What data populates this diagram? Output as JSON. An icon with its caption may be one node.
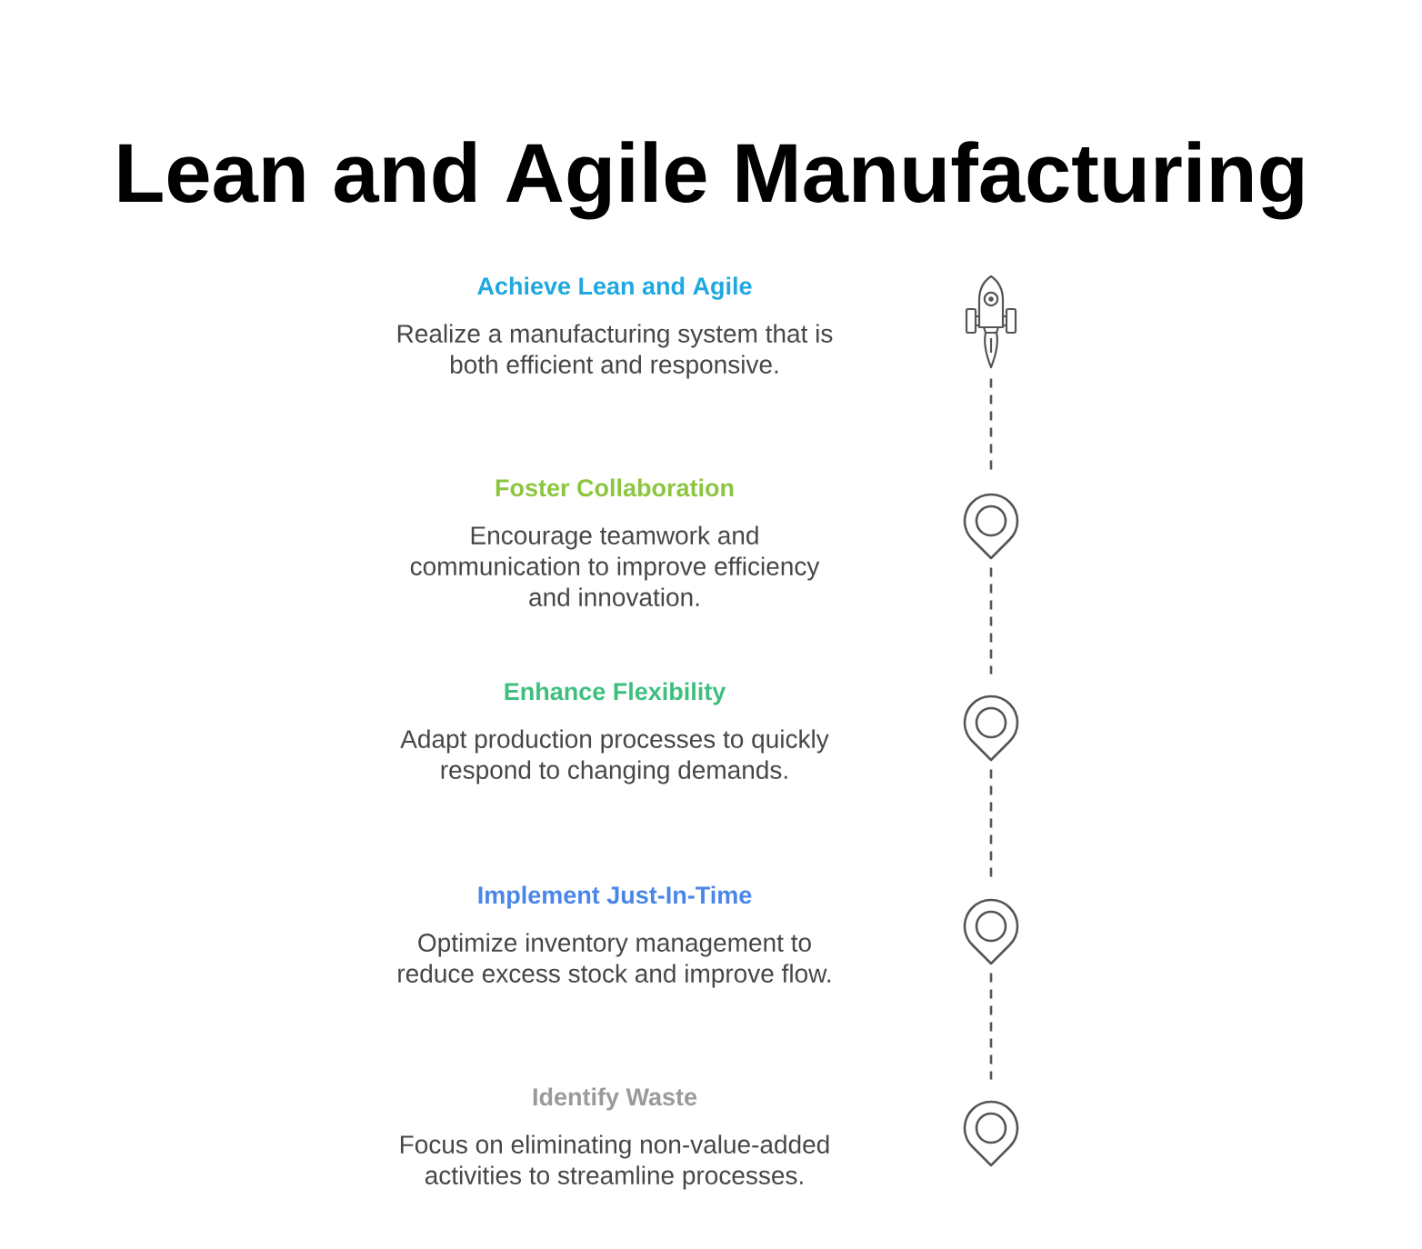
{
  "diagram": {
    "title": "Lean and Agile Manufacturing",
    "nodes": [
      {
        "text": [],
        "shape": "picture",
        "beside": [
          "Achieve Lean and Agile",
          "Realize a manufacturing system that is both efficient and responsive."
        ]
      },
      {
        "text": [],
        "shape": "pin",
        "beside": [
          "Foster Collaboration",
          "Encourage teamwork and communication to improve efficiency and innovation."
        ]
      },
      {
        "text": [],
        "shape": "pin",
        "beside": [
          "Enhance Flexibility",
          "Adapt production processes to quickly respond to changing demands."
        ]
      },
      {
        "text": [],
        "shape": "pin",
        "beside": [
          "Implement Just-In-Time",
          "Optimize inventory management to reduce excess stock and improve flow."
        ]
      },
      {
        "text": [],
        "shape": "pin",
        "beside": [
          "Identify Waste",
          "Focus on eliminating non-value-added activities to streamline processes."
        ]
      }
    ],
    "edges": [
      {
        "from": 0,
        "to": 1,
        "arrow": "none",
        "style": "dashed"
      },
      {
        "from": 1,
        "to": 2,
        "arrow": "none",
        "style": "dashed"
      },
      {
        "from": 2,
        "to": 3,
        "arrow": "none",
        "style": "dashed"
      },
      {
        "from": 3,
        "to": 4,
        "arrow": "none",
        "style": "dashed"
      }
    ]
  }
}
